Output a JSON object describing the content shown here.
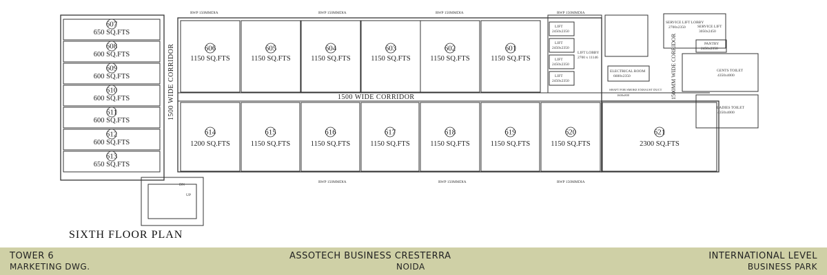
{
  "plan_title": "SIXTH FLOOR PLAN",
  "corridor_main": "1500 WIDE CORRIDOR",
  "corridor_left": "1500 WIDE CORRIDOR",
  "corridor_right": "1500MM WIDE CORRIDOR",
  "rwp": "RWP 150MMDIA",
  "services": {
    "lift_lobby": "LIFT LOBBY",
    "lift_lobby_dim": "2700 x 11146",
    "lift": "LIFT",
    "lift_dim": "2450x2350",
    "electrical_room": "ELECTRICAL ROOM",
    "electrical_dim": "6600x2350",
    "shaft": "SHAFT FOR SMOKE EXHAUST DUCT",
    "shaft_dim": "1600x800",
    "service_lobby": "SERVICE LIFT LOBBY",
    "service_lobby_dim": "2700x2350",
    "service_lift": "SERVICE LIFT",
    "service_lift_dim": "3050x2450",
    "pantry": "PANTRY",
    "pantry_dim": "2450x2350",
    "gents_toilet": "GENTS TOILET",
    "gents_dim": "4350x4000",
    "ladies_toilet": "LADIES TOILET",
    "ladies_dim": "4350x4000",
    "dn": "DN",
    "up": "UP"
  },
  "left_units": [
    {
      "no": "607",
      "area": "650 SQ.FTS"
    },
    {
      "no": "608",
      "area": "600 SQ.FTS"
    },
    {
      "no": "609",
      "area": "600 SQ.FTS"
    },
    {
      "no": "610",
      "area": "600 SQ.FTS"
    },
    {
      "no": "611",
      "area": "600 SQ.FTS"
    },
    {
      "no": "612",
      "area": "600 SQ.FTS"
    },
    {
      "no": "613",
      "area": "650 SQ.FTS"
    }
  ],
  "top_units": [
    {
      "no": "606",
      "area": "1150 SQ.FTS"
    },
    {
      "no": "605",
      "area": "1150 SQ.FTS"
    },
    {
      "no": "604",
      "area": "1150 SQ.FTS"
    },
    {
      "no": "603",
      "area": "1150 SQ.FTS"
    },
    {
      "no": "602",
      "area": "1150 SQ.FTS"
    },
    {
      "no": "601",
      "area": "1150 SQ.FTS"
    }
  ],
  "bottom_units": [
    {
      "no": "614",
      "area": "1200 SQ.FTS"
    },
    {
      "no": "615",
      "area": "1150 SQ.FTS"
    },
    {
      "no": "616",
      "area": "1150 SQ.FTS"
    },
    {
      "no": "617",
      "area": "1150 SQ.FTS"
    },
    {
      "no": "618",
      "area": "1150 SQ.FTS"
    },
    {
      "no": "619",
      "area": "1150 SQ.FTS"
    },
    {
      "no": "620",
      "area": "1150 SQ.FTS"
    },
    {
      "no": "621",
      "area": "2300 SQ.FTS"
    }
  ],
  "footer": {
    "left_line1": "TOWER 6",
    "left_line2": "MARKETING DWG.",
    "center_line1": "ASSOTECH BUSINESS CRESTERRA",
    "center_line2": "NOIDA",
    "right_line1": "INTERNATIONAL LEVEL",
    "right_line2": "BUSINESS PARK"
  },
  "colors": {
    "footer_band": "#cfd0a6",
    "line": "#333333"
  }
}
